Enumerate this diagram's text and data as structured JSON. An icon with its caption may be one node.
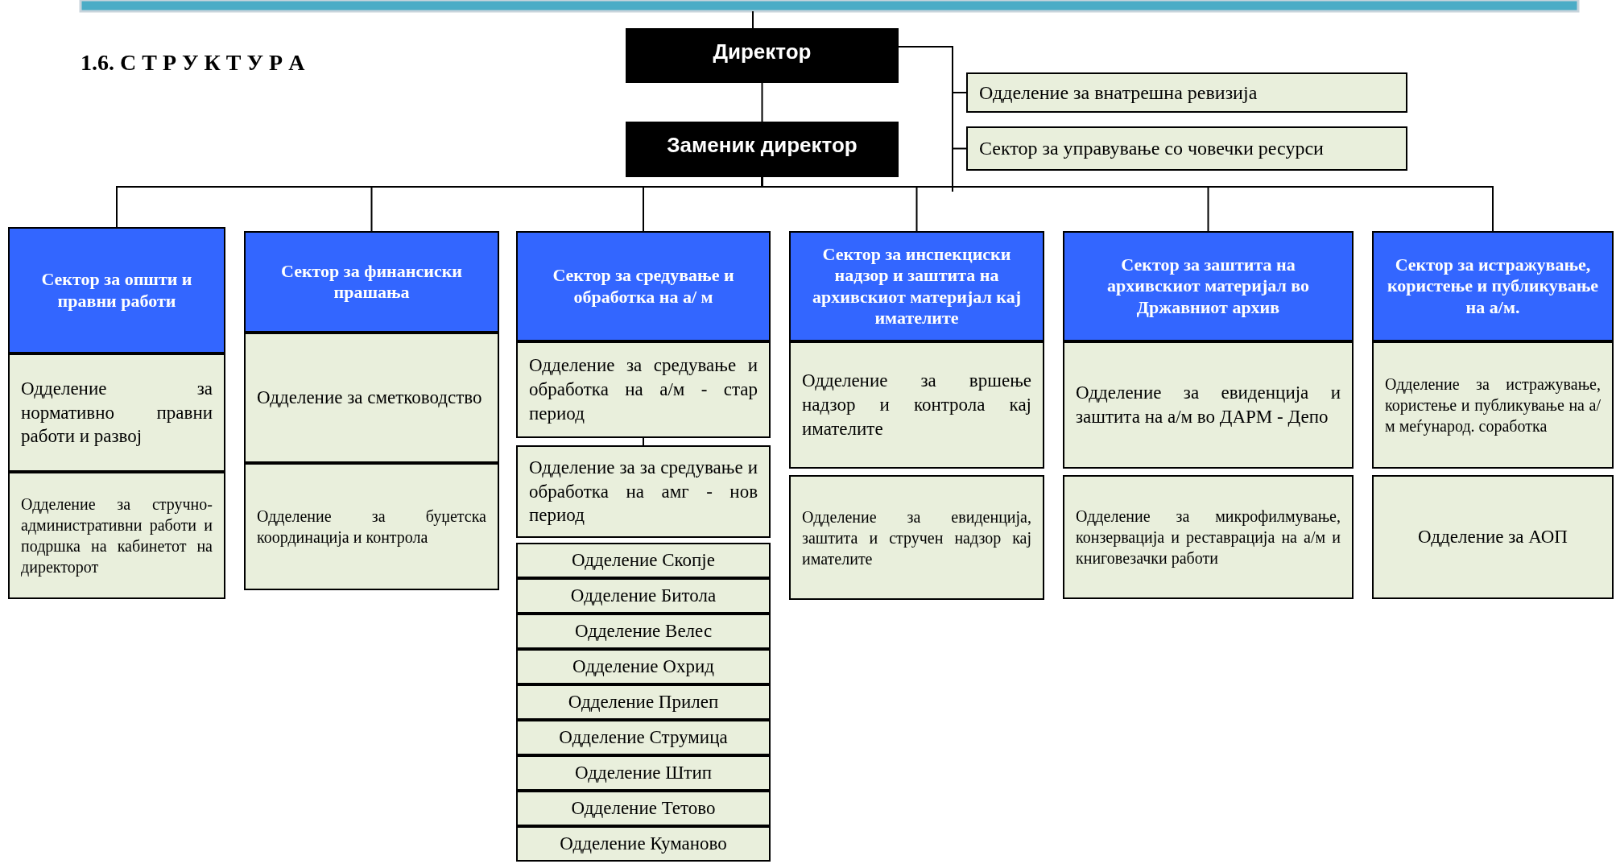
{
  "diagram": {
    "title": "1.6. С Т Р У К Т У Р А",
    "nodes": [
      {
        "text": [
          "Директор"
        ]
      },
      {
        "text": [
          "Заменик директор"
        ]
      },
      {
        "text": [
          "Одделение за внатрешна ревизија"
        ]
      },
      {
        "text": [
          "Сектор за управување со човечки ресурси"
        ]
      },
      {
        "text": [
          "Сектор за општи и правни работи"
        ]
      },
      {
        "text": [
          "Одделение за нормативно правни работи и развој"
        ]
      },
      {
        "text": [
          "Одделение за стручно-административни работи и подршка на кабинетот на директорот"
        ]
      },
      {
        "text": [
          "Сектор за финансиски прашања"
        ]
      },
      {
        "text": [
          "Одделение за сметководство"
        ]
      },
      {
        "text": [
          "Одделение за буџетска координација и контрола"
        ]
      },
      {
        "text": [
          "Сектор за средување и обработка на а/ м"
        ]
      },
      {
        "text": [
          "Одделение за средување и обработка на а/м - стар период"
        ]
      },
      {
        "text": [
          "Одделение за за средување и обработка на амг - нов период"
        ]
      },
      {
        "text": [
          "Одделение Скопје"
        ]
      },
      {
        "text": [
          "Одделение Битола"
        ]
      },
      {
        "text": [
          "Одделение Велес"
        ]
      },
      {
        "text": [
          "Одделение Охрид"
        ]
      },
      {
        "text": [
          "Одделение Прилеп"
        ]
      },
      {
        "text": [
          "Одделение Струмица"
        ]
      },
      {
        "text": [
          "Одделение Штип"
        ]
      },
      {
        "text": [
          "Одделение Тетово"
        ]
      },
      {
        "text": [
          "Одделение Куманово"
        ]
      },
      {
        "text": [
          "Сектор за инспекциски надзор и заштита на архивскиот материјал кај имателите"
        ]
      },
      {
        "text": [
          "Одделение за вршење надзор и контрола кај имателите"
        ]
      },
      {
        "text": [
          "Одделение за евиденција, заштита и стручен надзор кај имателите"
        ]
      },
      {
        "text": [
          "Сектор за заштита на архивскиот материјал во Државниот архив"
        ]
      },
      {
        "text": [
          "Одделение за евиденција и заштита на а/м во ДАРМ - Депо"
        ]
      },
      {
        "text": [
          "Одделение за микрофилмување, конзервација и реставрација на а/м и книговезачки работи"
        ]
      },
      {
        "text": [
          "Сектор за истражување, користење и публикување на а/м."
        ]
      },
      {
        "text": [
          "Одделение за истражување, користење и публикување на а/м меѓународ. соработка"
        ]
      },
      {
        "text": [
          "Одделение за АОП"
        ]
      }
    ],
    "edges": [
      {
        "from": 0,
        "to": 1,
        "arrow": "none"
      },
      {
        "from": 0,
        "to": 2,
        "arrow": "none"
      },
      {
        "from": 0,
        "to": 3,
        "arrow": "none"
      },
      {
        "from": 1,
        "to": 4,
        "arrow": "none"
      },
      {
        "from": 1,
        "to": 7,
        "arrow": "none"
      },
      {
        "from": 1,
        "to": 10,
        "arrow": "none"
      },
      {
        "from": 1,
        "to": 22,
        "arrow": "none"
      },
      {
        "from": 1,
        "to": 25,
        "arrow": "none"
      },
      {
        "from": 1,
        "to": 28,
        "arrow": "none"
      },
      {
        "from": 11,
        "to": 12,
        "arrow": "none"
      }
    ]
  }
}
